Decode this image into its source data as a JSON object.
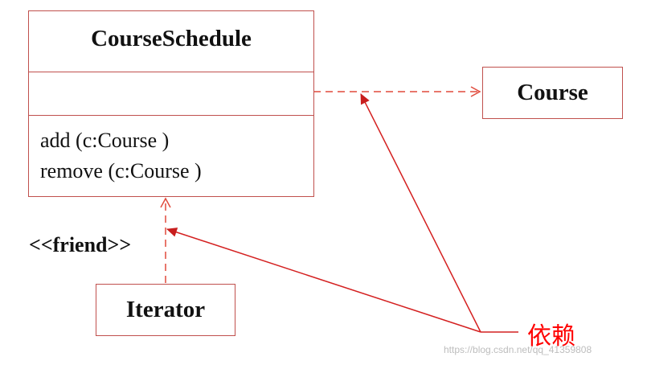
{
  "diagram": {
    "classes": {
      "course_schedule": {
        "name": "CourseSchedule",
        "operations": [
          "add (c:Course )",
          "remove (c:Course )"
        ]
      },
      "course": {
        "name": "Course"
      },
      "iterator": {
        "name": "Iterator"
      }
    },
    "stereotype": "<<friend>>",
    "annotation": "依赖",
    "watermark": "https://blog.csdn.net/qq_41359808",
    "colors": {
      "box_border": "#c0504d",
      "dependency_line": "#e04a3c",
      "annotation_line": "#d42020",
      "annotation_text": "#ff0000",
      "text": "#111111"
    }
  }
}
